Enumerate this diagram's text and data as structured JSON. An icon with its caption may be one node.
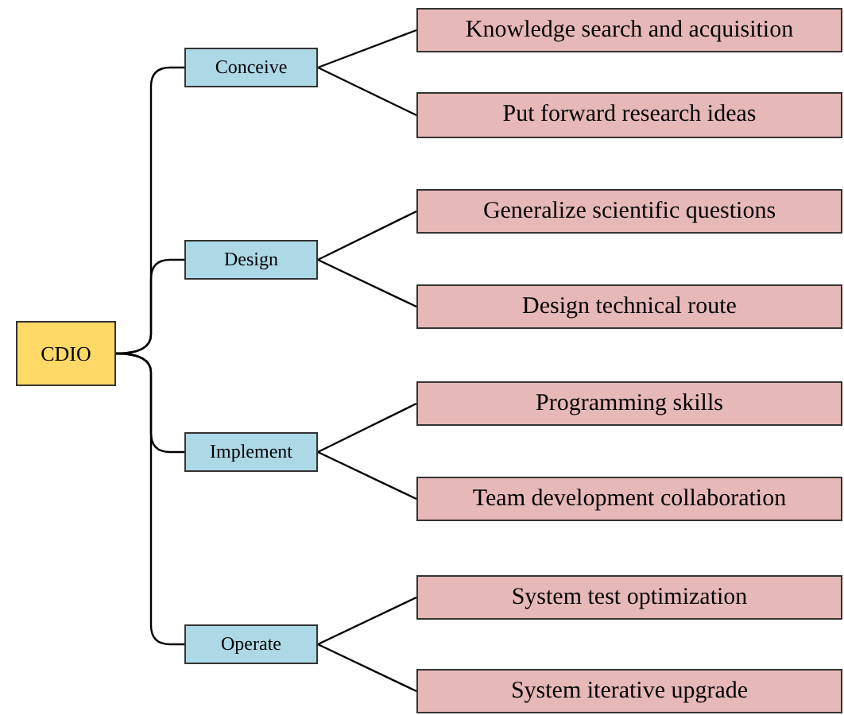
{
  "diagram": {
    "nodes": [
      {
        "text": [
          "CDIO"
        ]
      },
      {
        "text": [
          "Conceive"
        ]
      },
      {
        "text": [
          "Design"
        ]
      },
      {
        "text": [
          "Implement"
        ]
      },
      {
        "text": [
          "Operate"
        ]
      },
      {
        "text": [
          "Knowledge search and acquisition"
        ]
      },
      {
        "text": [
          "Put forward research ideas"
        ]
      },
      {
        "text": [
          "Generalize scientific questions"
        ]
      },
      {
        "text": [
          "Design technical route"
        ]
      },
      {
        "text": [
          "Programming skills"
        ]
      },
      {
        "text": [
          "Team development collaboration"
        ]
      },
      {
        "text": [
          "System test optimization"
        ]
      },
      {
        "text": [
          "System iterative upgrade"
        ]
      }
    ],
    "edges": [
      {
        "from": 0,
        "to": 1,
        "arrow": "none"
      },
      {
        "from": 0,
        "to": 2,
        "arrow": "none"
      },
      {
        "from": 0,
        "to": 3,
        "arrow": "none"
      },
      {
        "from": 0,
        "to": 4,
        "arrow": "none"
      },
      {
        "from": 1,
        "to": 5,
        "arrow": "none"
      },
      {
        "from": 1,
        "to": 6,
        "arrow": "none"
      },
      {
        "from": 2,
        "to": 7,
        "arrow": "none"
      },
      {
        "from": 2,
        "to": 8,
        "arrow": "none"
      },
      {
        "from": 3,
        "to": 9,
        "arrow": "none"
      },
      {
        "from": 3,
        "to": 10,
        "arrow": "none"
      },
      {
        "from": 4,
        "to": 11,
        "arrow": "none"
      },
      {
        "from": 4,
        "to": 12,
        "arrow": "none"
      }
    ]
  }
}
